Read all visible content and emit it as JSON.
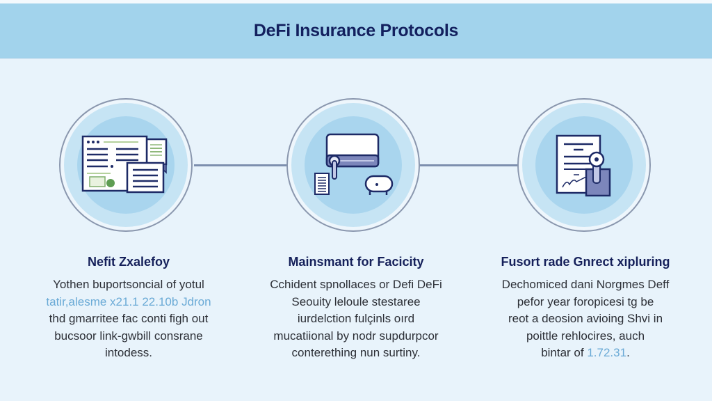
{
  "header": {
    "title": "DeFi Insurance Protocols"
  },
  "colors": {
    "header_bg": "#a2d3ec",
    "page_bg": "#e8f3fb",
    "title_text": "#13205e",
    "body_text": "#2c2f36",
    "highlight_text": "#6aaad6",
    "connector": "#7d8fae",
    "icon_stroke": "#1d2a66",
    "icon_accent": "#6f7bb0"
  },
  "steps": [
    {
      "icon": "documents-icon",
      "title": "Nefit Zxalefoy",
      "lines": [
        {
          "text": "Yothen buportsoncial of yotul",
          "highlight": false
        },
        {
          "text": "tatir,alesme x21.1 22.10b Jdron",
          "highlight": true
        },
        {
          "text": "thd gmarritee fac conti figh out",
          "highlight": false
        },
        {
          "text": "bucsoor link-gwbill consrane",
          "highlight": false
        },
        {
          "text": "intodess.",
          "highlight": false
        }
      ]
    },
    {
      "icon": "machine-device-icon",
      "title": "Mainsmant for Facicity",
      "lines": [
        {
          "text": "Cchident spnollaces or Defi DeFi",
          "highlight": false
        },
        {
          "text": "Seouity leloule stestaree",
          "highlight": false
        },
        {
          "text": "iurdelction fulçinls oırd",
          "highlight": false
        },
        {
          "text": "mucatiional by nodr supdurpcor",
          "highlight": false
        },
        {
          "text": "conterething nun surtiny.",
          "highlight": false
        }
      ]
    },
    {
      "icon": "signed-contract-icon",
      "title": "Fusort rade Gnrect xipluring",
      "lines": [
        {
          "text": "Dechomiced dani Norgmes Deff",
          "highlight": false
        },
        {
          "text": "pefor year foropicesi tg be",
          "highlight": false
        },
        {
          "text": "reot a deosion avioing Shvi in",
          "highlight": false
        },
        {
          "text": "poittle rehlocires, auch",
          "highlight": false
        },
        {
          "text_before": "bintar of ",
          "text_highlight": "1.72.31",
          "text_after": ".",
          "highlight": "partial"
        }
      ]
    }
  ]
}
